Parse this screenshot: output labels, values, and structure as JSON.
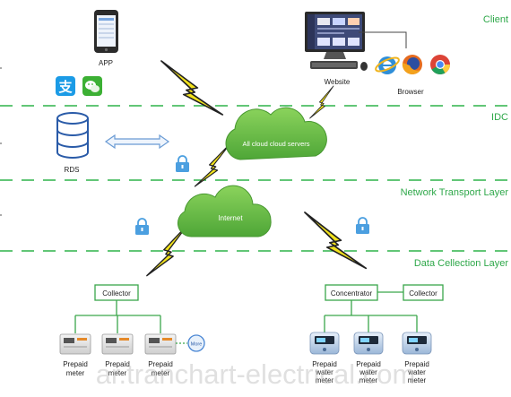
{
  "layers": {
    "client": "Client",
    "idc": "IDC",
    "network": "Network Transport Layer",
    "data": "Data Cellection Layer"
  },
  "nodes": {
    "app": "APP",
    "website": "Website",
    "browser": "Browser",
    "rds": "RDS",
    "cloud_servers": "All cloud  cloud servers",
    "internet": "Internet",
    "collector_left": "Collector",
    "concentrator": "Concentrator",
    "collector_right": "Collector",
    "more": "More"
  },
  "meters": {
    "electric": [
      {
        "line1": "Prepaid",
        "line2": "meter"
      },
      {
        "line1": "Prepaid",
        "line2": "meter"
      },
      {
        "line1": "Prepaid",
        "line2": "meter"
      }
    ],
    "water": [
      {
        "line1": "Prepaid",
        "line2": "water",
        "line3": "meter"
      },
      {
        "line1": "Prepaid",
        "line2": "water",
        "line3": "meter"
      },
      {
        "line1": "Prepaid",
        "line2": "water",
        "line3": "meter"
      }
    ]
  },
  "watermark": "ar.tranchart-electrical.com",
  "colors": {
    "layer_line": "#2fb34a",
    "layer_text": "#2fa84a",
    "cloud": "#6cc04a",
    "box_border": "#3aa64a",
    "lightning": "#f2e21c",
    "arrow": "#6a9bd4",
    "lock": "#4b9fe0"
  },
  "icons": [
    "phone-icon",
    "alipay-icon",
    "wechat-icon",
    "computer-icon",
    "ie-icon",
    "firefox-icon",
    "chrome-icon",
    "database-icon",
    "lock-icon",
    "lightning-icon",
    "meter-icon",
    "water-meter-icon"
  ]
}
